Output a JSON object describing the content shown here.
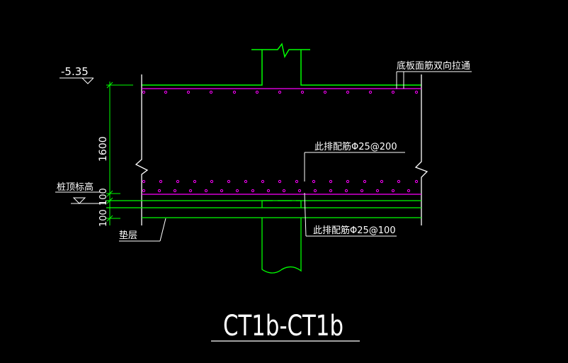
{
  "drawing": {
    "title": "CT1b-CT1b",
    "elevation_label": "-5.35",
    "dim_1600": "1600",
    "dim_100_upper": "100",
    "dim_100_lower": "100",
    "pile_top_label": "桩顶标高",
    "cushion_label": "垫层",
    "top_rebar_note": "底板面筋双向拉通",
    "middle_rebar_note": "此排配筋Φ25@200",
    "bottom_rebar_note": "此排配筋Φ25@100"
  },
  "colors": {
    "background": "#000000",
    "outline": "#ffffff",
    "concrete": "#00ff00",
    "rebar": "#ff00ff",
    "title": "#ffffff"
  }
}
